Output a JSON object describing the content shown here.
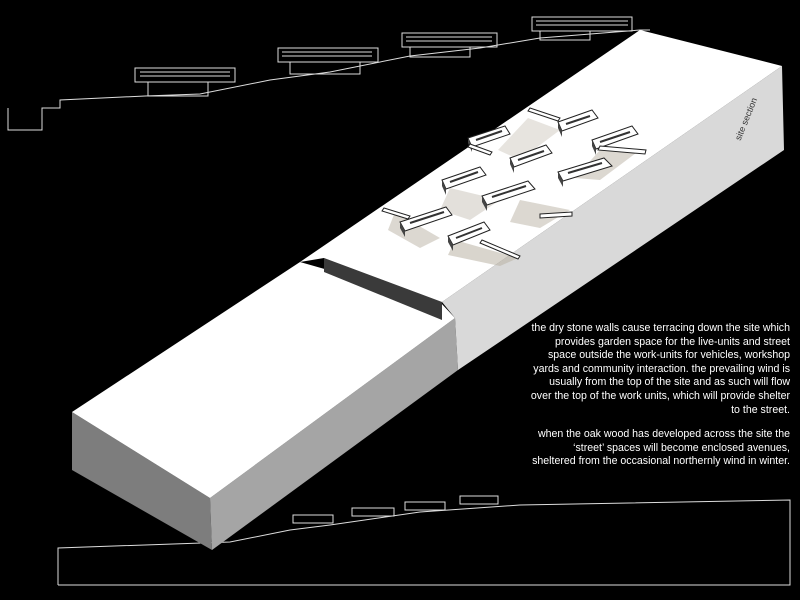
{
  "diagram": {
    "site_label": "site section",
    "description": {
      "paragraph_1": "the dry stone walls cause terracing down the site which provides garden space for the live-units and street space outside the work-units for vehicles, workshop yards and community interaction.   the prevailing wind is usually from the top of the site and as such will flow over the top of the work units, which will provide shelter to the street.",
      "paragraph_2": "when the oak wood has developed across the site the ‘street’ spaces will become enclosed avenues, sheltered from the occasional northernly wind in winter."
    },
    "colors": {
      "background": "#000000",
      "model_top": "#ffffff",
      "model_side": "#8a8a8a",
      "text": "#ffffff"
    }
  }
}
